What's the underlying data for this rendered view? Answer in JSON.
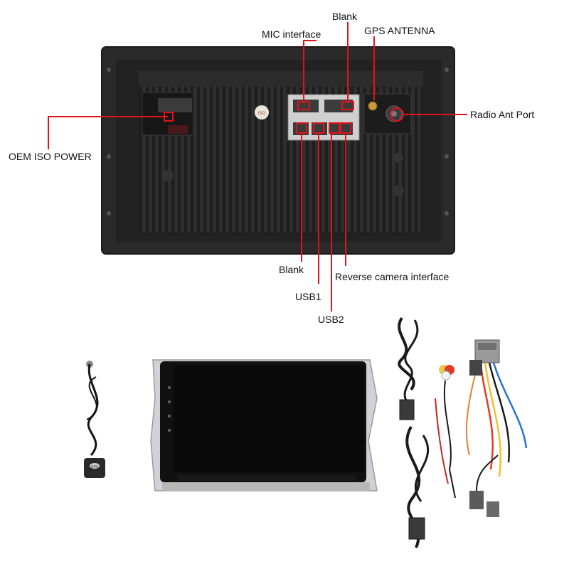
{
  "labels": {
    "mic_interface": "MIC interface",
    "blank_top": "Blank",
    "gps_antenna": "GPS ANTENNA",
    "radio_ant_port": "Radio Ant Port",
    "oem_iso_power": "OEM ISO POWER",
    "blank_bottom": "Blank",
    "usb1": "USB1",
    "usb2": "USB2",
    "reverse_camera_interface": "Reverse camera interface"
  },
  "colors": {
    "callout_line": "#e0131a",
    "label_text": "#111111",
    "background": "#ffffff",
    "unit_body": "#262626"
  },
  "sticker_text": "ISO",
  "gps_module_text": "GPS",
  "icons": [
    "gps-antenna-module",
    "head-unit-screen",
    "usb-cable",
    "power-harness",
    "rca-cable",
    "radio-antenna-adapter"
  ]
}
